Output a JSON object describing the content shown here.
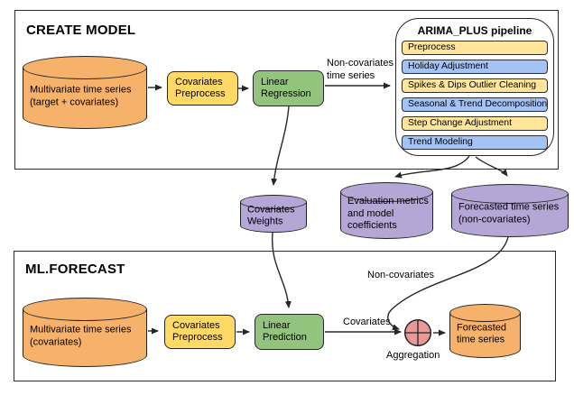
{
  "colors": {
    "orange": "#F6B26B",
    "process_yellow": "#FFD966",
    "pipeline_yellow": "#FFE599",
    "green": "#93C47D",
    "purple": "#B4A7D6",
    "pipeline_blue": "#A4C2F4",
    "aggregation_pink": "#EA9999",
    "line": "#262626"
  },
  "create_model": {
    "title": "CREATE MODEL",
    "source_cylinder": {
      "line1": "Multivariate time series",
      "line2": "(target + covariates)"
    },
    "covariates_preprocess": {
      "line1": "Covariates",
      "line2": "Preprocess"
    },
    "linear_regression": {
      "line1": "Linear",
      "line2": "Regression"
    },
    "noncov_arrow_label": {
      "line1": "Non-covariates",
      "line2": "time series"
    },
    "pipeline": {
      "title": "ARIMA_PLUS pipeline",
      "steps": [
        "Preprocess",
        "Holiday Adjustment",
        "Spikes & Dips Outlier Cleaning",
        "Seasonal & Trend Decomposition",
        "Step Change Adjustment",
        "Trend Modeling"
      ]
    }
  },
  "outputs": {
    "covariates_weights": {
      "line1": "Covariates",
      "line2": "Weights"
    },
    "evaluation_metrics": {
      "line1": "Evaluation metrics",
      "line2": "and model",
      "line3": "coefficients"
    },
    "forecasted_noncov": {
      "line1": "Forecasted time series",
      "line2": "(non-covariates)"
    }
  },
  "ml_forecast": {
    "title": "ML.FORECAST",
    "source_cylinder": {
      "line1": "Multivariate time series",
      "line2": "(covariates)"
    },
    "covariates_preprocess": {
      "line1": "Covariates",
      "line2": "Preprocess"
    },
    "linear_prediction": {
      "line1": "Linear",
      "line2": "Prediction"
    },
    "covariates_label": "Covariates",
    "noncovariates_label": "Non-covariates",
    "aggregation_label": "Aggregation",
    "forecasted_cylinder": {
      "line1": "Forecasted",
      "line2": "time series"
    }
  }
}
